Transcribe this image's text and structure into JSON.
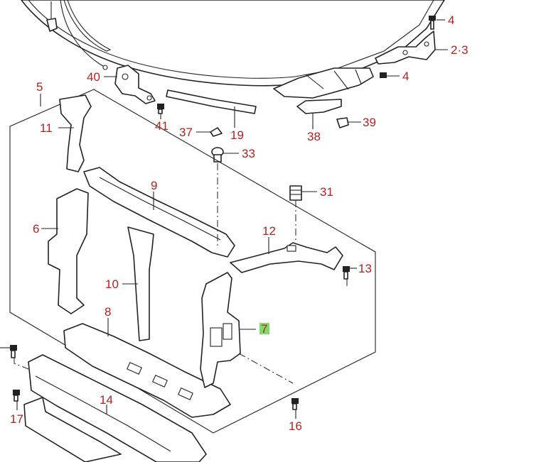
{
  "callouts": [
    {
      "id": "c4a",
      "label": "4"
    },
    {
      "id": "c23",
      "label": "2·3"
    },
    {
      "id": "c4b",
      "label": "4"
    },
    {
      "id": "c40",
      "label": "40"
    },
    {
      "id": "c5",
      "label": "5"
    },
    {
      "id": "c41",
      "label": "41"
    },
    {
      "id": "c11",
      "label": "11"
    },
    {
      "id": "c37",
      "label": "37"
    },
    {
      "id": "c19",
      "label": "19"
    },
    {
      "id": "c38",
      "label": "38"
    },
    {
      "id": "c39",
      "label": "39"
    },
    {
      "id": "c33",
      "label": "33"
    },
    {
      "id": "c9",
      "label": "9"
    },
    {
      "id": "c31",
      "label": "31"
    },
    {
      "id": "c6",
      "label": "6"
    },
    {
      "id": "c12",
      "label": "12"
    },
    {
      "id": "c13",
      "label": "13"
    },
    {
      "id": "c10",
      "label": "10"
    },
    {
      "id": "c8",
      "label": "8"
    },
    {
      "id": "c7",
      "label": "7",
      "highlight": true
    },
    {
      "id": "c14",
      "label": "14"
    },
    {
      "id": "c17",
      "label": "17"
    },
    {
      "id": "c16",
      "label": "16"
    }
  ],
  "colors": {
    "callout_text": "#b22222",
    "highlight_bg": "#7ddc6a",
    "line": "#222222"
  }
}
